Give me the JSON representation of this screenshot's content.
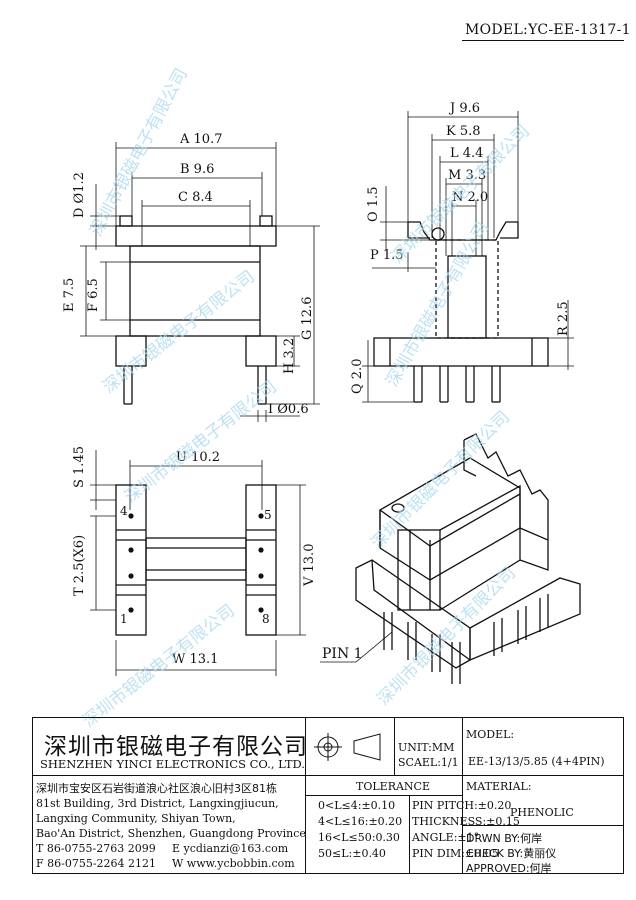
{
  "header": {
    "model_label": "MODEL:YC-EE-1317-1"
  },
  "watermark": {
    "text": "深圳市银磁电子有限公司",
    "color": "#a8d8f0"
  },
  "dimensions": {
    "A": "A 10.7",
    "B": "B 9.6",
    "C": "C 8.4",
    "D": "D Ø1.2",
    "E": "E 7.5",
    "F": "F 6.5",
    "G": "G 12.6",
    "H": "H 3.2",
    "I": "I Ø0.6",
    "J": "J 9.6",
    "K": "K 5.8",
    "L": "L 4.4",
    "M": "M 3.3",
    "N": "N 2.0",
    "O": "O 1.5",
    "P": "P 1.5",
    "Q": "Q 2.0",
    "R": "R 2.5",
    "S": "S 1.45",
    "T": "T 2.5(X6)",
    "U": "U 10.2",
    "V": "V 13.0",
    "W": "W 13.1"
  },
  "pins": [
    "1",
    "4",
    "5",
    "8"
  ],
  "pin_label": "PIN 1",
  "title_block": {
    "company_cn": "深圳市银磁电子有限公司",
    "company_en": "SHENZHEN YINCI ELECTRONICS CO., LTD.",
    "address": [
      "深圳市宝安区石岩街道浪心社区浪心旧村3区81栋",
      "81st Building, 3rd District, Langxingjiucun,",
      "Langxing Community, Shiyan Town,",
      "Bao'An District, Shenzhen, Guangdong Province"
    ],
    "tel": "T 86-0755-2763 2099",
    "email": "E ycdianzi@163.com",
    "fax": "F 86-0755-2264 2121",
    "web": "W www.ycbobbin.com",
    "unit": "UNIT:MM",
    "scale": "SCAEL:1/1",
    "model_label": "MODEL:",
    "model_value": "EE-13/13/5.85 (4+4PIN)",
    "tolerance_title": "TOLERANCE",
    "tol_left": [
      "0<L≤4:±0.10",
      "4<L≤16:±0.20",
      "16<L≤50:0.30",
      "50≤L:±0.40"
    ],
    "tol_right": [
      "PIN PITCH:±0.20",
      "THICKNESS:±0.15",
      "ANGLE:±1°",
      "PIN DIM:±0.05"
    ],
    "material_label": "MATERIAL:",
    "material_value": "PHENOLIC",
    "drawn_by": "DRWN BY:何岸",
    "check_by": "CHECK BY:黄丽仪",
    "approved": "APPROVED:何岸"
  }
}
